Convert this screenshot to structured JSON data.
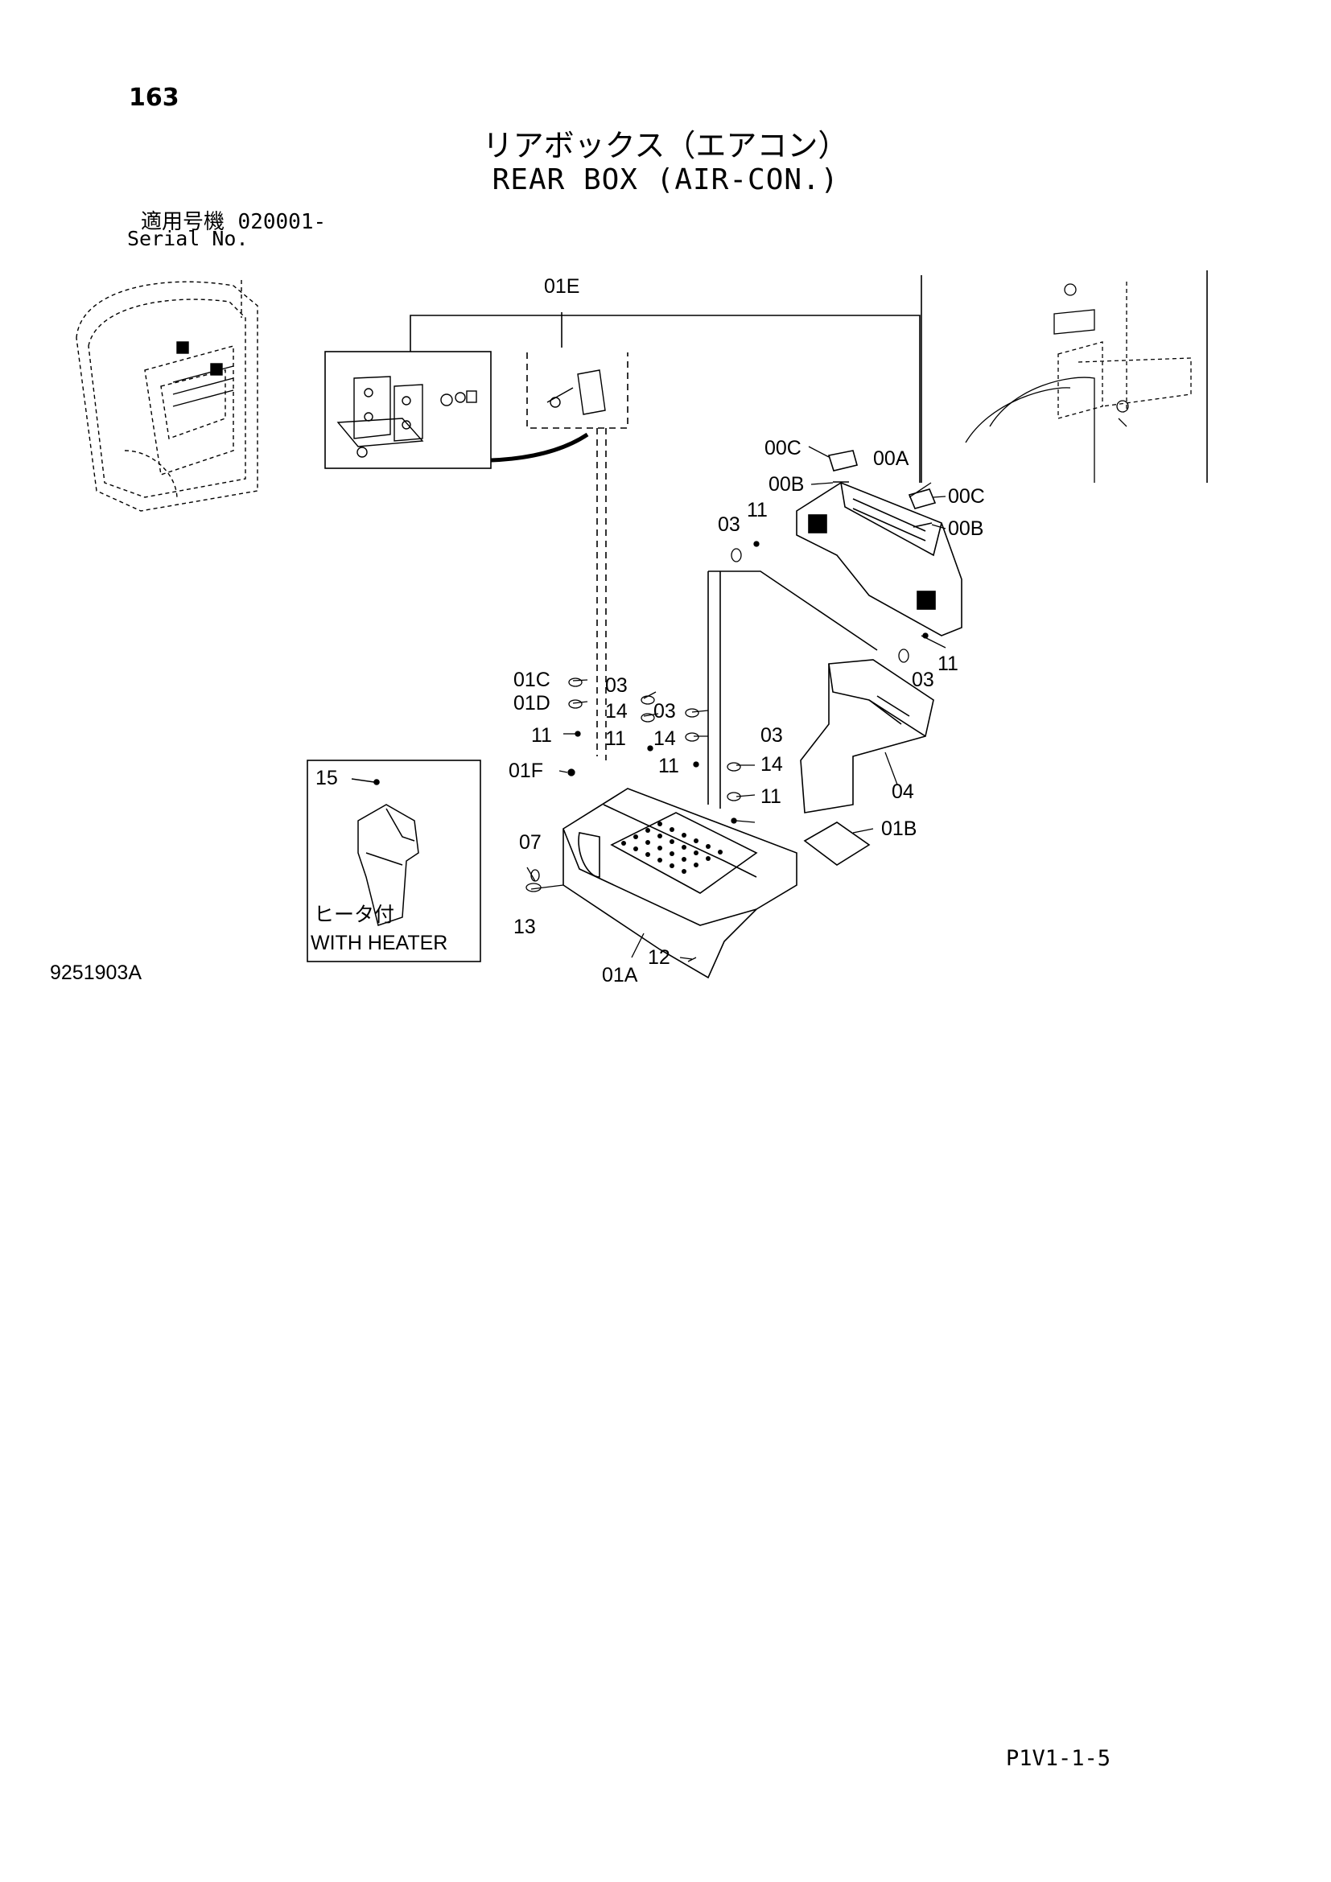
{
  "page_number": "163",
  "title_jp": "リアボックス（エアコン）",
  "title_en": "REAR BOX (AIR-CON.)",
  "serial": {
    "label_jp": "適用号機",
    "value": "020001-",
    "label_en": "Serial No."
  },
  "drawing_number": "9251903A",
  "footer_code": "P1V1-1-5",
  "inset_heater": {
    "label_jp": "ヒータ付",
    "label_en": "WITH HEATER"
  },
  "callouts": {
    "c01E": "01E",
    "c00C_a": "00C",
    "c00A": "00A",
    "c00B_a": "00B",
    "c00C_b": "00C",
    "c00B_b": "00B",
    "c03_a": "03",
    "c11_a": "11",
    "c11_b": "11",
    "c03_b": "03",
    "c01C": "01C",
    "c01D": "01D",
    "c11_c": "11",
    "c01F": "01F",
    "c03_c": "03",
    "c14_a": "14",
    "c03_d": "03",
    "c11_d": "11",
    "c14_b": "14",
    "c11_e": "11",
    "c03_e": "03",
    "c14_c": "14",
    "c11_f": "11",
    "c04": "04",
    "c01B": "01B",
    "c07": "07",
    "c13": "13",
    "c12": "12",
    "c01A": "01A",
    "c15": "15"
  }
}
